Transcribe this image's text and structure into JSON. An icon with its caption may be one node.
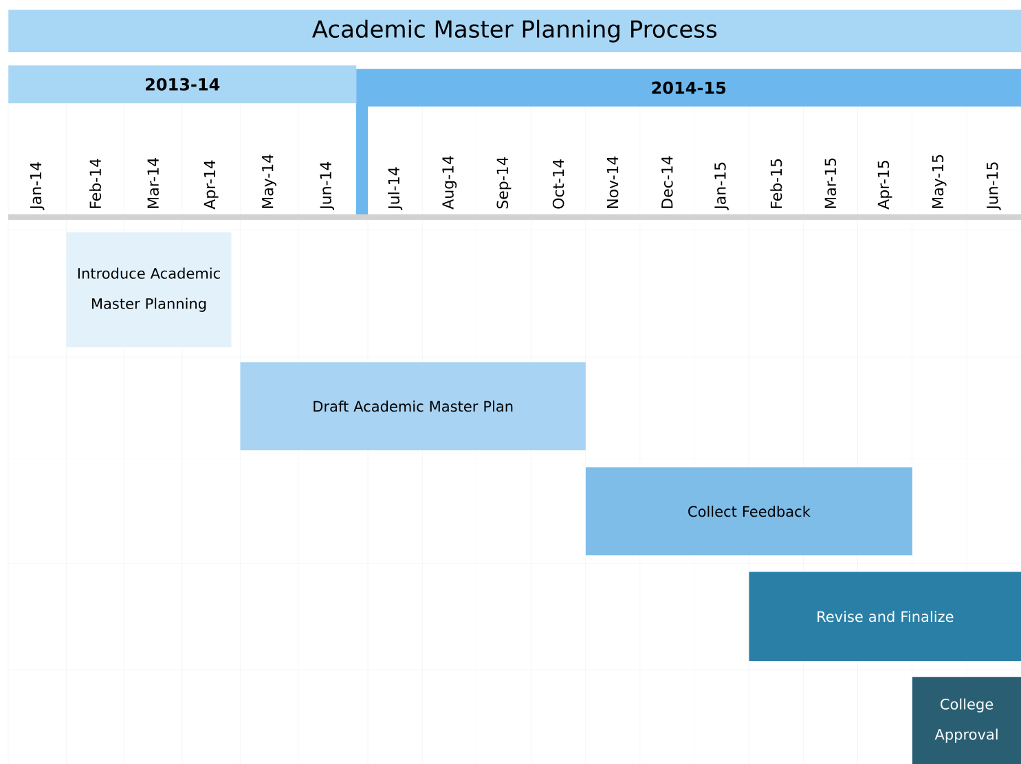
{
  "diagram": {
    "title": "Academic Master Planning Process",
    "nodes": [
      {
        "text": [
          "2013-14"
        ]
      },
      {
        "text": [
          "2014-15"
        ]
      },
      {
        "text": [
          "Introduce Academic Master Planning"
        ]
      },
      {
        "text": [
          "Draft Academic Master Plan"
        ]
      },
      {
        "text": [
          "Collect Feedback"
        ]
      },
      {
        "text": [
          "Revise and Finalize"
        ]
      },
      {
        "text": [
          "College Approval"
        ]
      }
    ],
    "labels": [
      "Jan-14",
      "Feb-14",
      "Mar-14",
      "Apr-14",
      "May-14",
      "Jun-14",
      "Jul-14",
      "Aug-14",
      "Sep-14",
      "Oct-14",
      "Nov-14",
      "Dec-14",
      "Jan-15",
      "Feb-15",
      "Mar-15",
      "Apr-15",
      "May-15",
      "Jun-15"
    ]
  }
}
